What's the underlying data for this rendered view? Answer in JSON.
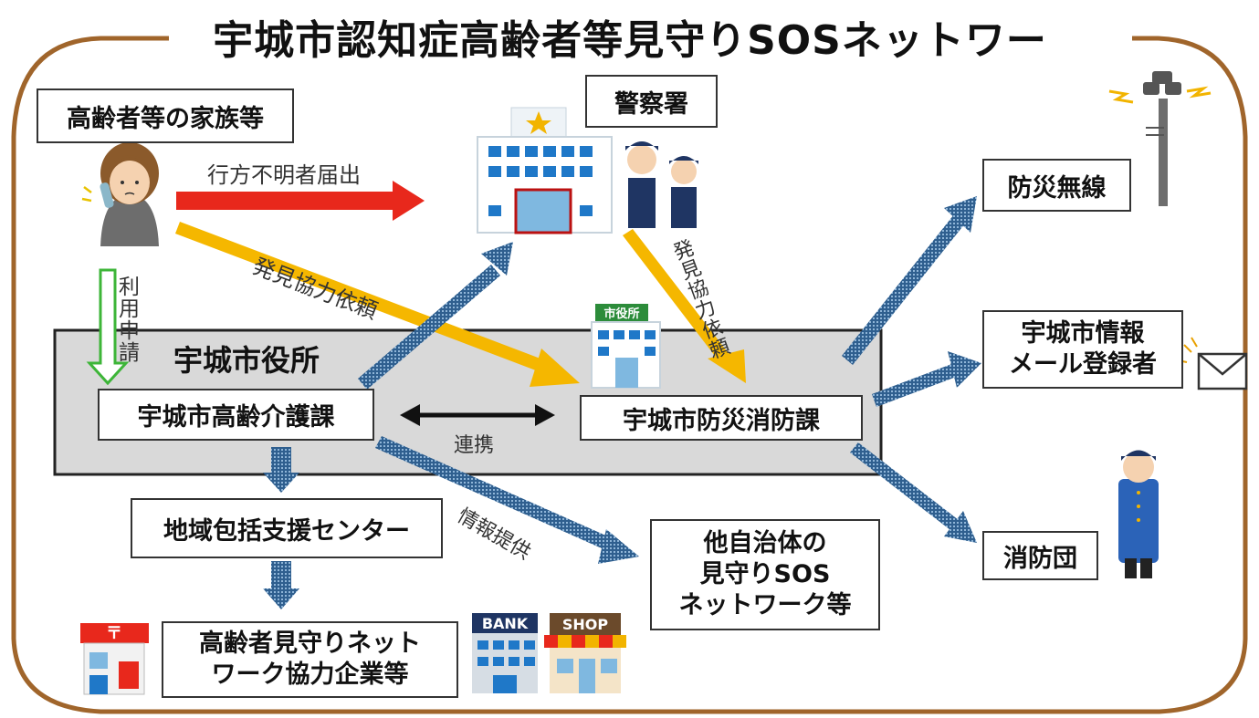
{
  "title": "宇城市認知症高齢者等見守りSOSネットワーク",
  "nodes": {
    "family": "高齢者等の家族等",
    "police": "警察署",
    "city_hall": "宇城市役所",
    "elderly_care": "宇城市高齢介護課",
    "disaster_dept": "宇城市防災消防課",
    "support_center": "地域包括支援センター",
    "watch_network_l1": "高齢者見守りネット",
    "watch_network_l2": "ワーク協力企業等",
    "other_l1": "他自治体の",
    "other_l2": "見守りSOS",
    "other_l3": "ネットワーク等",
    "radio": "防災無線",
    "mail_l1": "宇城市情報",
    "mail_l2": "メール登録者",
    "fire_corps": "消防団"
  },
  "edges": {
    "missing_report": "行方不明者届出",
    "discovery_request": "発見協力依頼",
    "police_request": [
      "発",
      "見",
      "協",
      "力",
      "依",
      "頼"
    ],
    "usage_request": [
      "利",
      "用",
      "申",
      "請"
    ],
    "cooperation": "連携",
    "info_provision": "情報提供"
  },
  "icons": {
    "city_hall_sign": "市役所",
    "bank_sign": "BANK",
    "shop_sign": "SHOP"
  },
  "colors": {
    "frame": "#a0652b",
    "red_arrow": "#e8281c",
    "yellow_arrow": "#f5b700",
    "blue_arrow": "#4a7fb5",
    "green_arrow": "#3db538",
    "city_hall_bg": "#d9d9d9"
  }
}
